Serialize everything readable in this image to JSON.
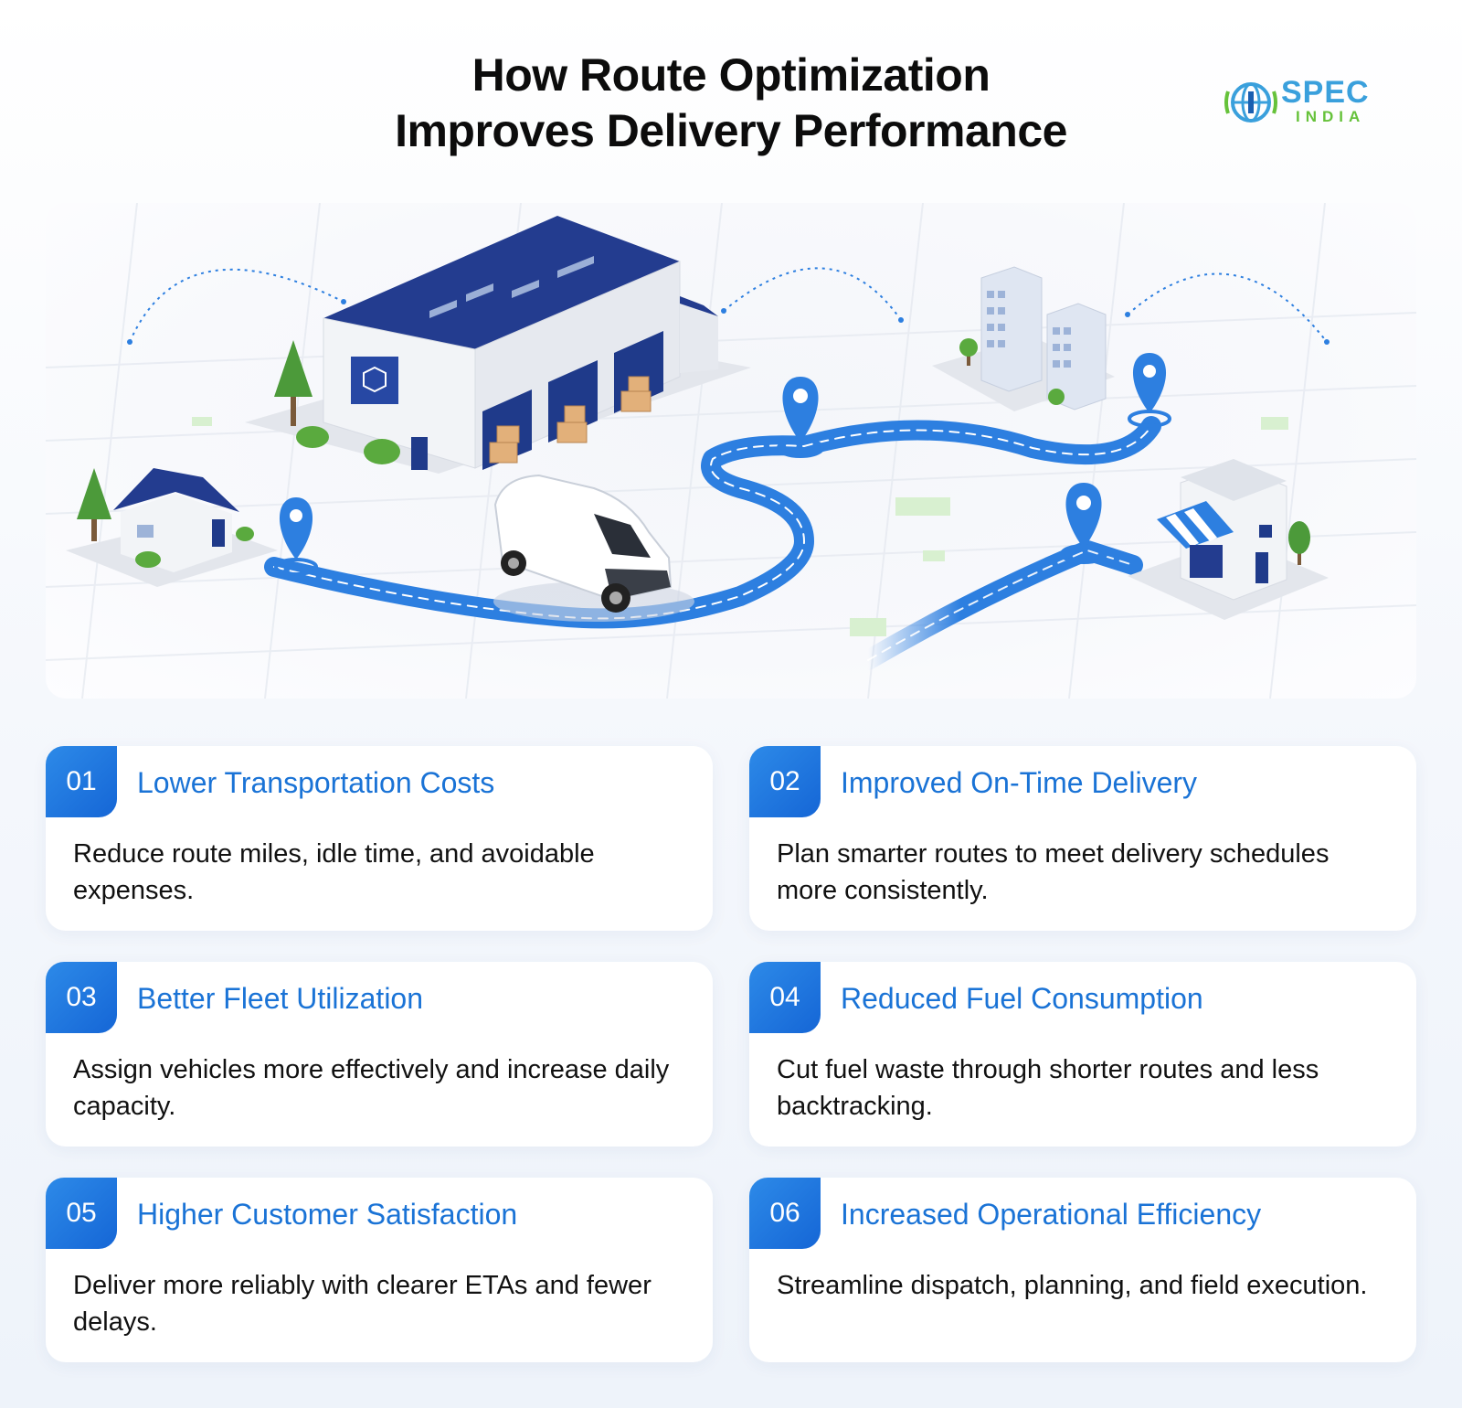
{
  "title": {
    "line1": "How Route Optimization",
    "line2": "Improves Delivery Performance"
  },
  "logo": {
    "brand": "SPEC",
    "sub": "INDIA",
    "icon": "globe-logo-icon",
    "colors": {
      "blue": "#3aa0dc",
      "green": "#66c23a"
    }
  },
  "scene": {
    "icons": [
      "warehouse-icon",
      "house-icon",
      "delivery-van-icon",
      "office-buildings-icon",
      "storefront-icon",
      "map-pin-icon",
      "route-road"
    ],
    "route_color": "#2d7fe0",
    "roof_color": "#233c8f"
  },
  "cards": [
    {
      "number": "01",
      "title": "Lower Transportation Costs",
      "desc": "Reduce route miles, idle time, and avoidable expenses."
    },
    {
      "number": "02",
      "title": "Improved On-Time Delivery",
      "desc": "Plan smarter routes to meet delivery schedules more consistently."
    },
    {
      "number": "03",
      "title": "Better Fleet Utilization",
      "desc": "Assign vehicles more effectively and increase daily capacity."
    },
    {
      "number": "04",
      "title": "Reduced Fuel Consumption",
      "desc": "Cut fuel waste through shorter routes and less backtracking."
    },
    {
      "number": "05",
      "title": "Higher Customer Satisfaction",
      "desc": "Deliver more reliably with clearer ETAs and fewer delays."
    },
    {
      "number": "06",
      "title": "Increased Operational Efficiency",
      "desc": "Streamline dispatch, planning, and field execution."
    }
  ],
  "colors": {
    "accent": "#1a73d6",
    "badge": "#1f78e0",
    "card_bg": "#ffffff"
  }
}
